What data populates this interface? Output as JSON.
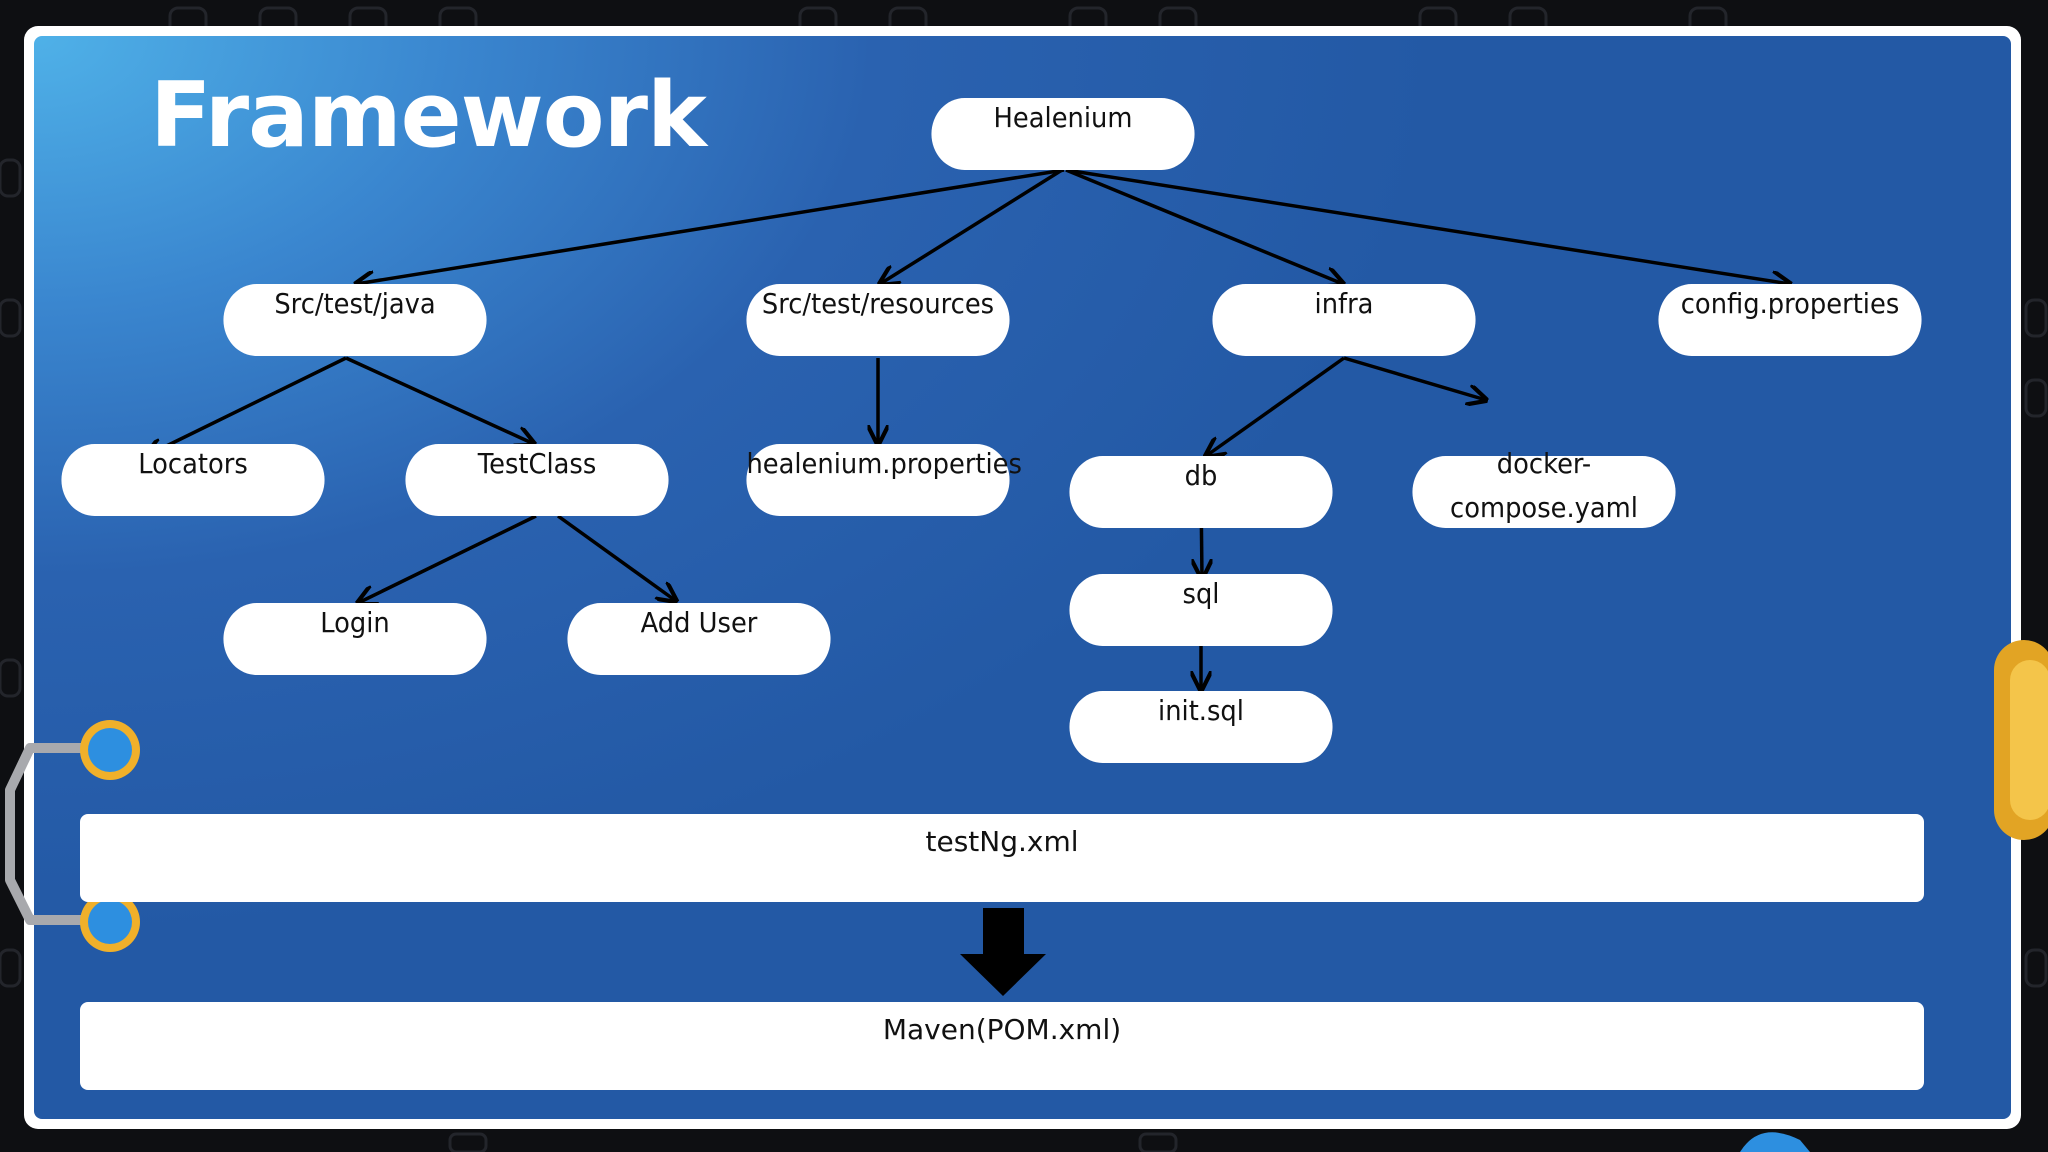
{
  "diagram": {
    "title": "Framework",
    "nodes": {
      "healenium": "Healenium",
      "src_test_java": "Src/test/java",
      "src_test_resources": "Src/test/resources",
      "infra": "infra",
      "config_properties": "config.properties",
      "locators": "Locators",
      "testclass": "TestClass",
      "healenium_properties": "healenium.properties",
      "db": "db",
      "docker_compose_line1": "docker-",
      "docker_compose_line2": "compose.yaml",
      "login": "Login",
      "add_user": "Add User",
      "sql": "sql",
      "init_sql": "init.sql"
    },
    "bars": {
      "testng": "testNg.xml",
      "maven": "Maven(POM.xml)"
    }
  },
  "colors": {
    "panel_light": "#4fb1e8",
    "panel_dark": "#2359a5",
    "node_fill": "#ffffff",
    "arrow": "#000000",
    "accent_orange": "#f0b02a",
    "accent_blue": "#2d8fe0"
  }
}
